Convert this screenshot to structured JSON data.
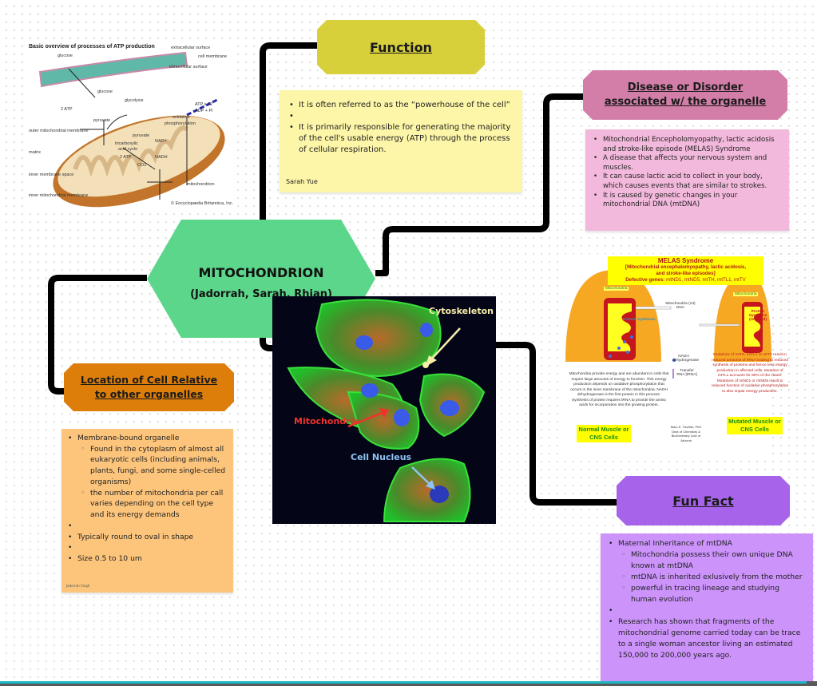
{
  "central": {
    "title": "MITOCHONDRION",
    "subtitle": "(Jadorrah, Sarah, Rhian)",
    "color": "#5cd68a"
  },
  "function": {
    "header": "Function",
    "header_color": "#d8d03a",
    "note_color": "#fdf6a8",
    "items": [
      "It is often referred to as the “powerhouse of the cell”",
      "It is primarily responsible for generating the majority of the cell's usable energy (ATP) through the process of cellular respiration."
    ],
    "author": "Sarah Yue"
  },
  "disease": {
    "header_line1": "Disease or Disorder",
    "header_line2": "associated w/ the organelle",
    "header_color": "#d27ea8",
    "note_color": "#f3b9dc",
    "items": [
      "Mitochondrial Encepholomyopathy, lactic acidosis and stroke-like episode (MELAS) Syndrome",
      "A disease that affects your nervous system and muscles.",
      "It can cause lactic acid to collect in your body, which causes events that are similar to strokes.",
      "It is caused by genetic changes in your mitochondrial DNA (mtDNA)"
    ]
  },
  "location": {
    "header_line1": "Location of Cell Relative",
    "header_line2": "to other organelles",
    "header_color": "#dd7e0a",
    "note_color": "#fdc57c",
    "item1": "Membrane-bound organelle",
    "sub1": "Found in the cytoplasm of almost all eukaryotic cells (including animals, plants, fungi, and some single-celled organisms)",
    "sub2": "the number of mitochondria per call varies depending on the cell type and its energy demands",
    "item2": "Typically round to oval in shape",
    "item3": "Size 0.5 to 10 um",
    "author": "Jadorrah Singh"
  },
  "fun_fact": {
    "header": "Fun Fact",
    "header_color": "#a764ea",
    "note_color": "#cc93fb",
    "item1": "Maternal Inheritance of mtDNA",
    "sub1": "Mitochondria possess their own unique DNA known at mtDNA",
    "sub2": "mtDNA is inherited exlusively from the mother",
    "sub3": "powerful in tracing lineage and studying human evolution",
    "item2": "Research has shown that fragments of the mitochondrial genome carried today can be trace to a single woman ancestor living an estimated 150,000 to 200,000 years ago."
  },
  "atp_figure": {
    "title": "Basic overview of processes of ATP production",
    "labels": {
      "glucose_top": "glucose",
      "extracellular": "extracellular surface",
      "cell_membrane": "cell membrane",
      "intracellular": "intracellular surface",
      "glucose_mid": "glucose",
      "glycolysis": "glycolysis",
      "two_atp_1": "2 ATP",
      "pyruvate_1": "pyruvate",
      "atp32": "ATP x 32",
      "adp": "ADP + Pi",
      "oxphos1": "oxidative",
      "oxphos2": "phosphorylation",
      "outer_membrane": "outer mitochondrial membrane",
      "pyruvate_2": "pyruvate",
      "tca1": "tricarboxylic",
      "tca2": "acid cycle",
      "nad": "NAD+",
      "two_atp_2": "2 ATP",
      "nadh": "NADH",
      "co2": "CO2",
      "matrix": "matrix",
      "inner_space": "inner membrane space",
      "mitochondrion": "mitochondrion",
      "inner_membrane": "inner mitochondrial membrane",
      "credit": "© Encyclopædia Britannica, Inc."
    }
  },
  "micrograph": {
    "labels": {
      "cytoskeleton": "Cytoskeleton",
      "mitochondria": "Mitochondria",
      "nucleus": "Cell Nucleus"
    },
    "colors": {
      "cytoskeleton": "#f8eeaa",
      "mitochondria": "#f0322a",
      "nucleus": "#8ec4f4"
    }
  },
  "melas_figure": {
    "title": "MELAS Syndrome",
    "subtitle_line1": "[Mitochondrial encephalomyopathy, lactic acidosis,",
    "subtitle_line2": "and stroke-like episodes]",
    "genes_label": "Defective genes:",
    "genes": "mtND1, mtND5, mtTH, mtTL1, mtTV",
    "mito_left": "Mitochondria",
    "mito_right": "Mitochondria",
    "mt_dna": "Mitochondria (mt) DNA",
    "protein_synth": "Protein Synthesis",
    "protein_synth_reduced": "Protein Synthesis (reduced)",
    "nadh": "NADH dehydrogenase",
    "trna": "Transfer RNA [tRNA]",
    "normal_text": "Mitochondria provide energy and are abundant in cells that require large amounts of energy to function. This energy production depends on oxidative phosphorylation that occurs in the inner membrane of the mitochondria. NADH dehydrogenase is the first protein in this process. Synthesis of protein requires tRNA to provide the amino acids for incorporation into the growing protein.",
    "mutated_text": "Mutations of mtTH, mtTL1 or mtTV result in reduced amounts of tRNA leading to reduced synthesis of proteins and hence less energy production in affected cells. Mutation of mtTL1 accounts for 80% of the cases. Mutations of mtND1 or mtND5 result in reduced function of oxidative phosphorylation to also impair energy production.",
    "credit": "Marc E. Tischler, PhD Dept of Chemistry & Biochemistry Univ of Arizona",
    "normal_tag": "Normal Muscle or CNS Cells",
    "mutated_tag": "Mutated Muscle or CNS Cells"
  }
}
